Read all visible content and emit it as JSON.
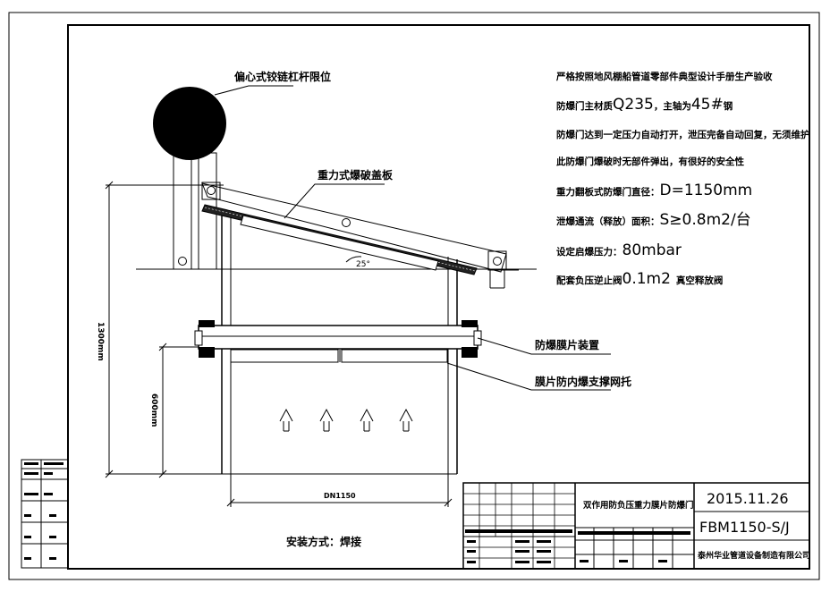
{
  "labels": {
    "eccentric_hinge": "偏心式铰链杠杆限位",
    "gravity_plate": "重力式爆破盖板",
    "angle": "25°",
    "membrane_device": "防爆膜片装置",
    "membrane_support": "膜片防内爆支撑网托",
    "dim_height": "1300mm",
    "dim_inner": "600mm",
    "dim_width": "DN1150",
    "install": "安装方式：焊接"
  },
  "notes": {
    "line1": "严格按照地风棚船管道零部件典型设计手册生产验收",
    "line2_a": "防爆门主材质",
    "line2_b": "Q235",
    "line2_c": "，主轴为",
    "line2_d": "45#",
    "line2_e": "钢",
    "line3": "防爆门达到一定压力自动打开，泄压完备自动回复，无须维护",
    "line4": "此防爆门爆破时无部件弹出，有很好的安全性",
    "line5_a": "重力翻板式防爆门直径：",
    "line5_b": "D=1150mm",
    "line6_a": "泄爆通流（释放）面积：",
    "line6_b": "S≥0.8m2/台",
    "line7_a": "设定启爆压力：",
    "line7_b": "80mbar",
    "line8_a": "配套负压逆止阀",
    "line8_b": "0.1m2",
    "line8_c": "真空释放阀"
  },
  "title_block": {
    "product_name": "双作用防负压重力膜片防爆门",
    "date": "2015.11.26",
    "drawing_no": "FBM1150-S/J",
    "company": "泰州华业管道设备制造有限公司"
  }
}
